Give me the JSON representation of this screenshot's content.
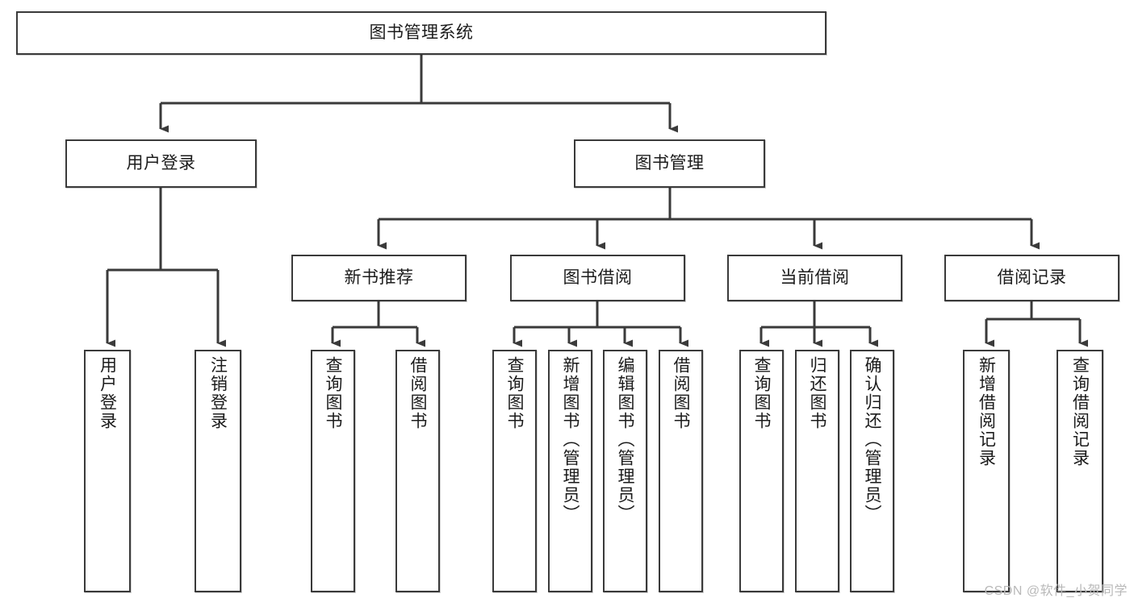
{
  "diagram": {
    "title": "图书管理系统",
    "type": "tree",
    "colors": {
      "stroke": "#3a3a3a",
      "text": "#1b1b1b",
      "background": "#ffffff",
      "watermark": "#b9b9b9"
    },
    "root": {
      "label": "图书管理系统"
    },
    "level2": [
      {
        "label": "用户登录"
      },
      {
        "label": "图书管理"
      }
    ],
    "level3": [
      {
        "label": "新书推荐"
      },
      {
        "label": "图书借阅"
      },
      {
        "label": "当前借阅"
      },
      {
        "label": "借阅记录"
      }
    ],
    "leaves": {
      "user_login": [
        {
          "label": "用户登录"
        },
        {
          "label": "注销登录"
        }
      ],
      "new_book_recommend": [
        {
          "label": "查询图书"
        },
        {
          "label": "借阅图书"
        }
      ],
      "book_borrow": [
        {
          "label": "查询图书"
        },
        {
          "label": "新增图书（管理员）"
        },
        {
          "label": "编辑图书（管理员）"
        },
        {
          "label": "借阅图书"
        }
      ],
      "current_borrow": [
        {
          "label": "查询图书"
        },
        {
          "label": "归还图书"
        },
        {
          "label": "确认归还（管理员）"
        }
      ],
      "borrow_record": [
        {
          "label": "新增借阅记录"
        },
        {
          "label": "查询借阅记录"
        }
      ]
    }
  },
  "watermark": {
    "text": "CSDN @软件_小贺同学"
  }
}
